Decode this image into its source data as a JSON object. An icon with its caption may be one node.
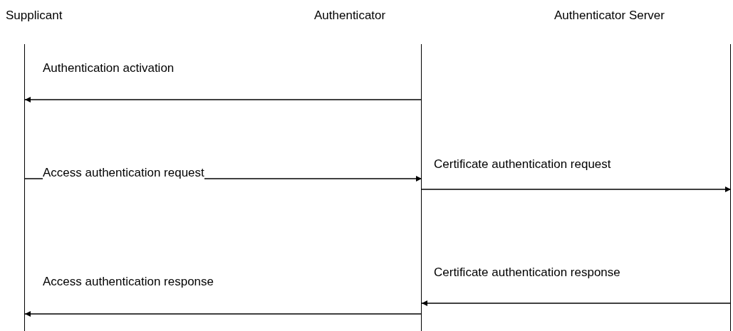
{
  "diagram": {
    "nodes": [
      {
        "text": [
          "Supplicant"
        ]
      },
      {
        "text": [
          "Authenticator"
        ]
      },
      {
        "text": [
          "Authenticator Server"
        ]
      }
    ],
    "edges": [
      {
        "from": 1,
        "to": 0,
        "arrow": "to",
        "label": "Authentication activation"
      },
      {
        "from": 0,
        "to": 1,
        "arrow": "to",
        "label": "Access authentication request"
      },
      {
        "from": 1,
        "to": 2,
        "arrow": "to",
        "label": "Certificate authentication request"
      },
      {
        "from": 2,
        "to": 1,
        "arrow": "to",
        "label": "Certificate authentication response"
      },
      {
        "from": 1,
        "to": 0,
        "arrow": "to",
        "label": "Access authentication response"
      }
    ]
  }
}
